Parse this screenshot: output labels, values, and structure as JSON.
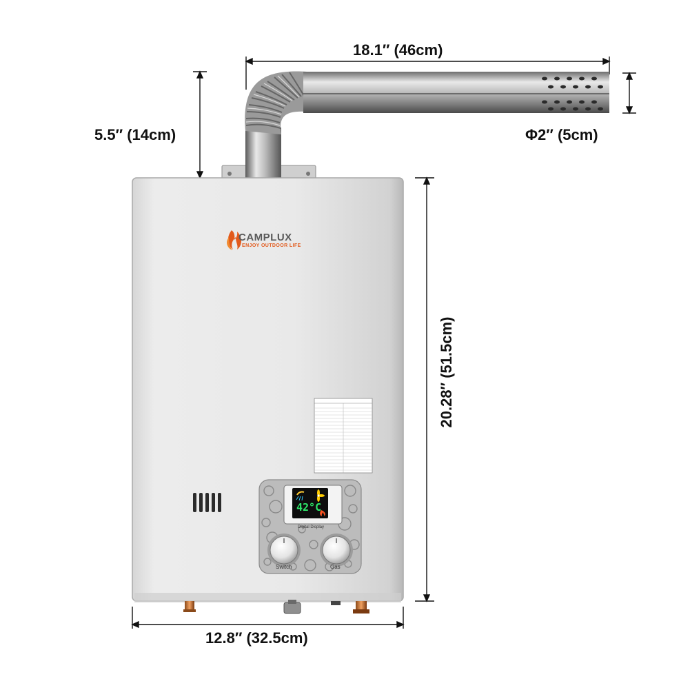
{
  "dimensions": {
    "flue_length": "18.1″ (46cm)",
    "flue_height": "5.5″ (14cm)",
    "flue_diameter": "Φ2″ (5cm)",
    "unit_height": "20.28″ (51.5cm)",
    "unit_width": "12.8″ (32.5cm)"
  },
  "brand": {
    "name": "CAMPLUX",
    "tagline": "ENJOY OUTDOOR LIFE",
    "accent_color": "#e25a1c"
  },
  "control_panel": {
    "display_label": "Digital Display",
    "temperature": "42°C",
    "switch_label": "Switch",
    "gas_label": "Gas"
  },
  "icons": [
    "flame-icon",
    "shower-icon",
    "fan-icon"
  ]
}
